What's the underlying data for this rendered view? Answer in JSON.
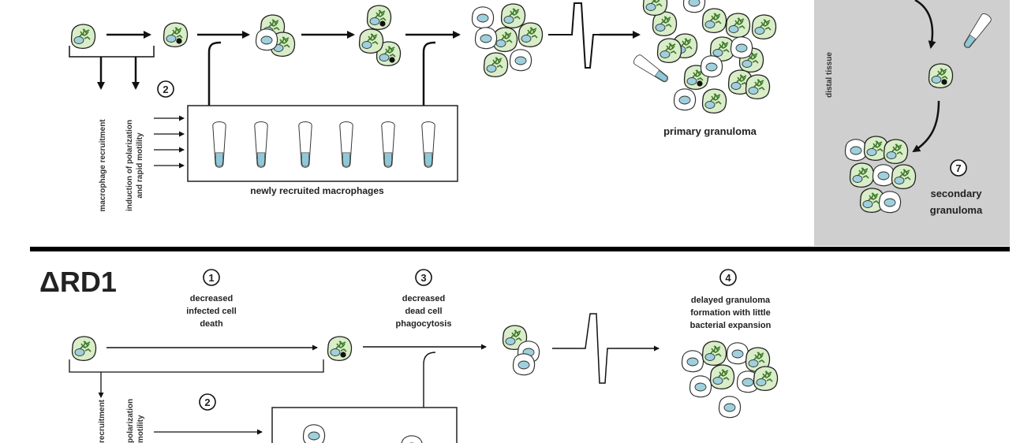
{
  "top": {
    "step2_number": "2",
    "vertical_label_recruitment": "macrophage recruitment",
    "vertical_label_polarization_line1": "induction of polarization",
    "vertical_label_polarization_line2": "and rapid motility",
    "box_caption": "newly recruited macrophages",
    "primary_label": "primary granuloma",
    "distal_label": "distal tissue",
    "step7_number": "7",
    "secondary_line1": "secondary",
    "secondary_line2": "granuloma"
  },
  "bottom": {
    "title": "ΔRD1",
    "step1_number": "1",
    "step1_line1": "decreased",
    "step1_line2": "infected cell",
    "step1_line3": "death",
    "step3_number": "3",
    "step3_line1": "decreased",
    "step3_line2": "dead cell",
    "step3_line3": "phagocytosis",
    "step4_number": "4",
    "step4_line1": "delayed granuloma",
    "step4_line2": "formation with little",
    "step4_line3": "bacterial expansion",
    "step2_number": "2",
    "vertical_label_recruitment": "recruitment",
    "vertical_label_polarization_line1": "polarization",
    "vertical_label_polarization_line2": "motility"
  },
  "colors": {
    "infected_cell_fill": "#d9edc9",
    "bacteria": "#3f7a2a",
    "nucleus": "#9fd0dd",
    "distal_panel": "#cfcfcf",
    "divider": "#000000"
  }
}
